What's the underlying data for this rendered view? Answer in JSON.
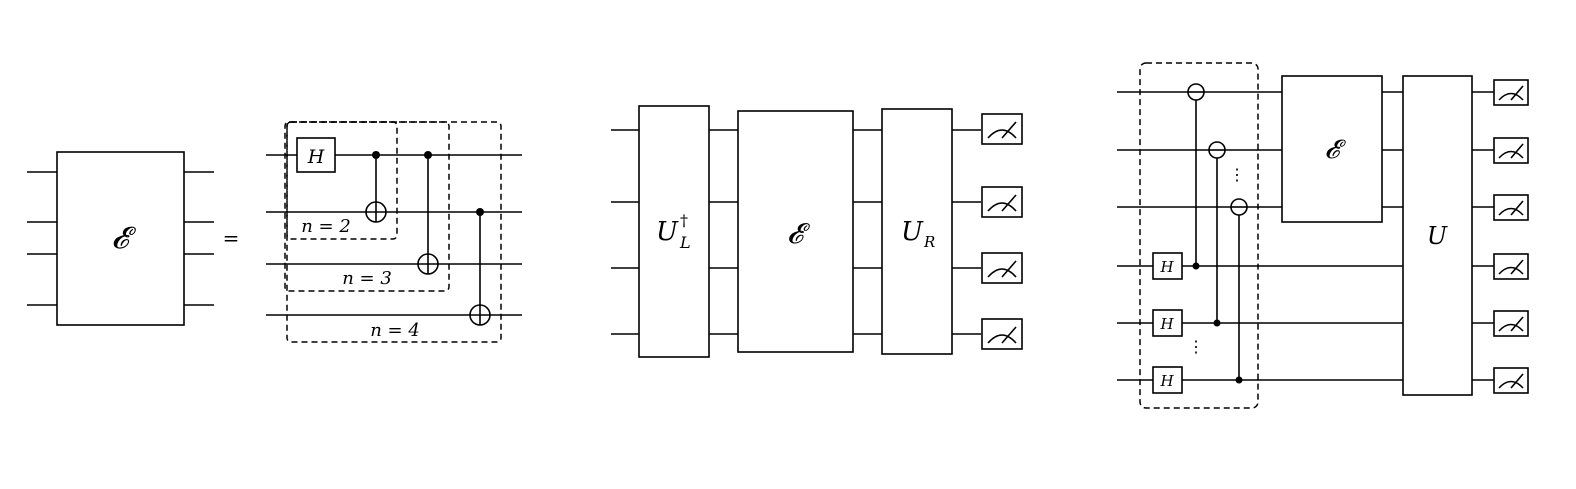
{
  "panel_a": {
    "channel_label": "𝓔",
    "equals": "=",
    "h_gate": "H",
    "n2_label": "n = 2",
    "n3_label": "n = 3",
    "n4_label": "n = 4"
  },
  "panel_b": {
    "ul_dagger_label": "U",
    "ul_dagger_sup": "†",
    "ul_dagger_sub": "L",
    "channel_label": "𝓔",
    "ur_label": "U",
    "ur_sub": "R"
  },
  "panel_c": {
    "channel_label": "𝓔",
    "u_label": "U",
    "h_gate": "H",
    "vdots": "⋮"
  }
}
